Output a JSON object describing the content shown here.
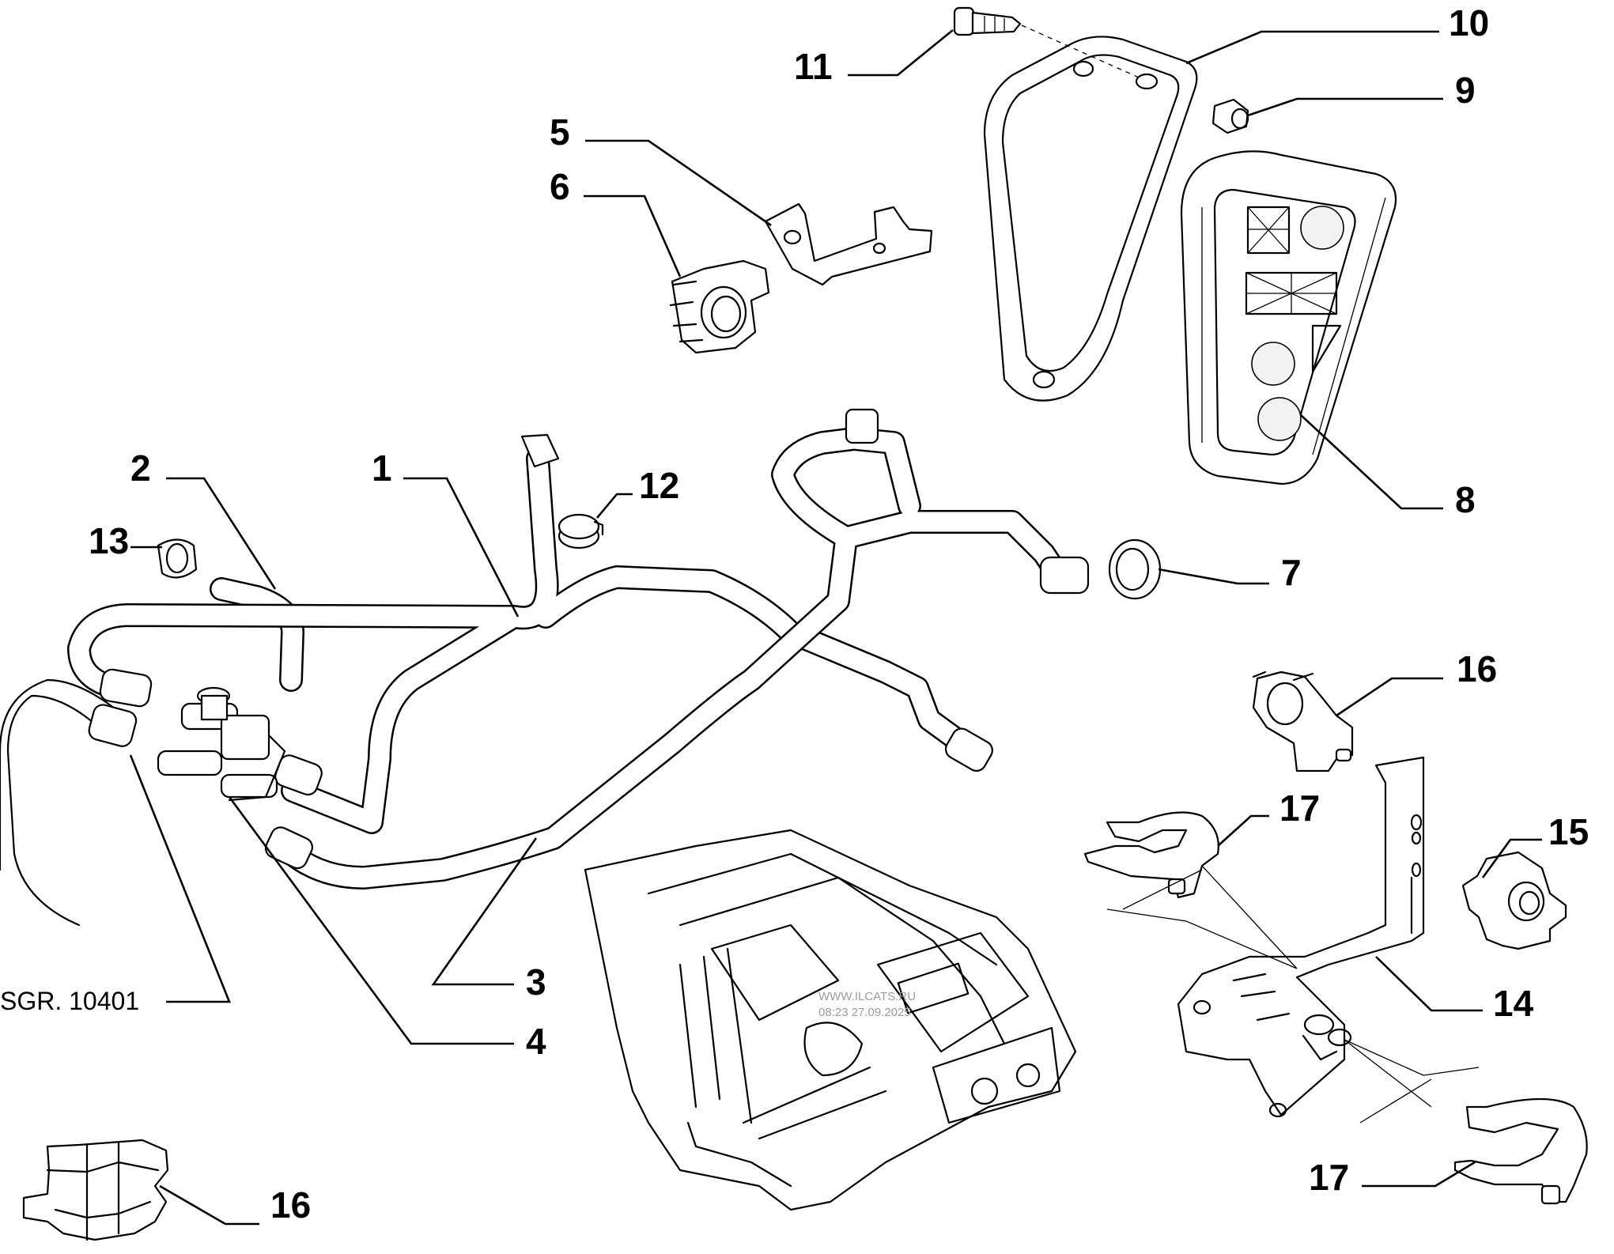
{
  "callouts": [
    {
      "id": "c1",
      "label": "1"
    },
    {
      "id": "c2",
      "label": "2"
    },
    {
      "id": "c3",
      "label": "3"
    },
    {
      "id": "c4",
      "label": "4"
    },
    {
      "id": "c5",
      "label": "5"
    },
    {
      "id": "c6",
      "label": "6"
    },
    {
      "id": "c7",
      "label": "7"
    },
    {
      "id": "c8",
      "label": "8"
    },
    {
      "id": "c9",
      "label": "9"
    },
    {
      "id": "c10",
      "label": "10"
    },
    {
      "id": "c11",
      "label": "11"
    },
    {
      "id": "c12",
      "label": "12"
    },
    {
      "id": "c13",
      "label": "13"
    },
    {
      "id": "c14",
      "label": "14"
    },
    {
      "id": "c15",
      "label": "15"
    },
    {
      "id": "c16a",
      "label": "16"
    },
    {
      "id": "c16b",
      "label": "16"
    },
    {
      "id": "c17a",
      "label": "17"
    },
    {
      "id": "c17b",
      "label": "17"
    }
  ],
  "reference": "SGR. 10401",
  "watermark": {
    "line1": "WWW.ILCATS.RU",
    "line2": "08:23 27.09.2025"
  }
}
